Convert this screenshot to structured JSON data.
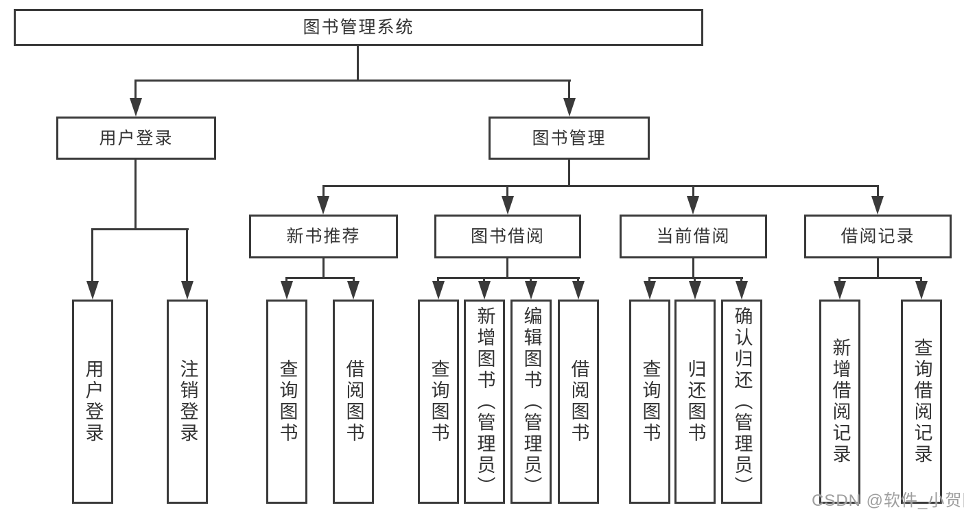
{
  "title": "图书管理系统",
  "watermark": "CSDN @软件_小贺同学",
  "colors": {
    "line": "#3a3a3a",
    "text": "#333333",
    "background": "#ffffff",
    "watermark": "#9e9e9e"
  },
  "nodes": {
    "root": "图书管理系统",
    "user_login": "用户登录",
    "book_mgmt": "图书管理",
    "new_book": "新书推荐",
    "book_borrow": "图书借阅",
    "current_borrow": "当前借阅",
    "borrow_records": "借阅记录",
    "ul_login": "用户登录",
    "ul_logout": "注销登录",
    "nb_query": "查询图书",
    "nb_borrow": "借阅图书",
    "bw_query": "查询图书",
    "bw_add": "新增图书（管理员）",
    "bw_edit": "编辑图书（管理员）",
    "bw_borrow": "借阅图书",
    "cu_query": "查询图书",
    "cu_return": "归还图书",
    "cu_confirm": "确认归还（管理员）",
    "rc_add": "新增借阅记录",
    "rc_query": "查询借阅记录"
  },
  "hierarchy": {
    "图书管理系统": [
      "用户登录",
      "图书管理"
    ],
    "用户登录": [
      "用户登录",
      "注销登录"
    ],
    "图书管理": [
      "新书推荐",
      "图书借阅",
      "当前借阅",
      "借阅记录"
    ],
    "新书推荐": [
      "查询图书",
      "借阅图书"
    ],
    "图书借阅": [
      "查询图书",
      "新增图书（管理员）",
      "编辑图书（管理员）",
      "借阅图书"
    ],
    "当前借阅": [
      "查询图书",
      "归还图书",
      "确认归还（管理员）"
    ],
    "借阅记录": [
      "新增借阅记录",
      "查询借阅记录"
    ]
  }
}
